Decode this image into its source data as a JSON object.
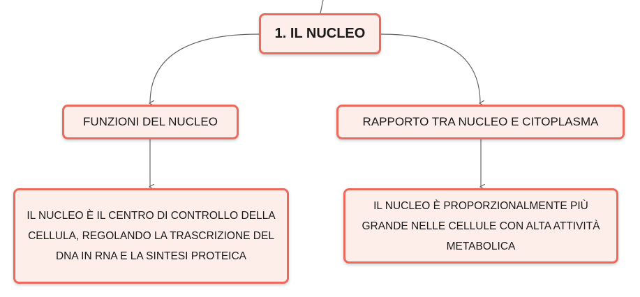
{
  "root": {
    "label": "1. IL NUCLEO"
  },
  "branches": [
    {
      "label": "FUNZIONI DEL NUCLEO",
      "child": "IL NUCLEO È IL CENTRO DI CONTROLLO DELLA CELLULA, REGOLANDO LA TRASCRIZIONE DEL DNA IN RNA E LA SINTESI PROTEICA"
    },
    {
      "label": "RAPPORTO TRA NUCLEO E CITOPLASMA",
      "child": "IL NUCLEO È PROPORZIONALMENTE PIÙ GRANDE NELLE CELLULE CON ALTA ATTIVITÀ METABOLICA"
    }
  ],
  "colors": {
    "node_border": "#ec6a5c",
    "node_fill": "#fdeeea",
    "connector": "#666666"
  }
}
